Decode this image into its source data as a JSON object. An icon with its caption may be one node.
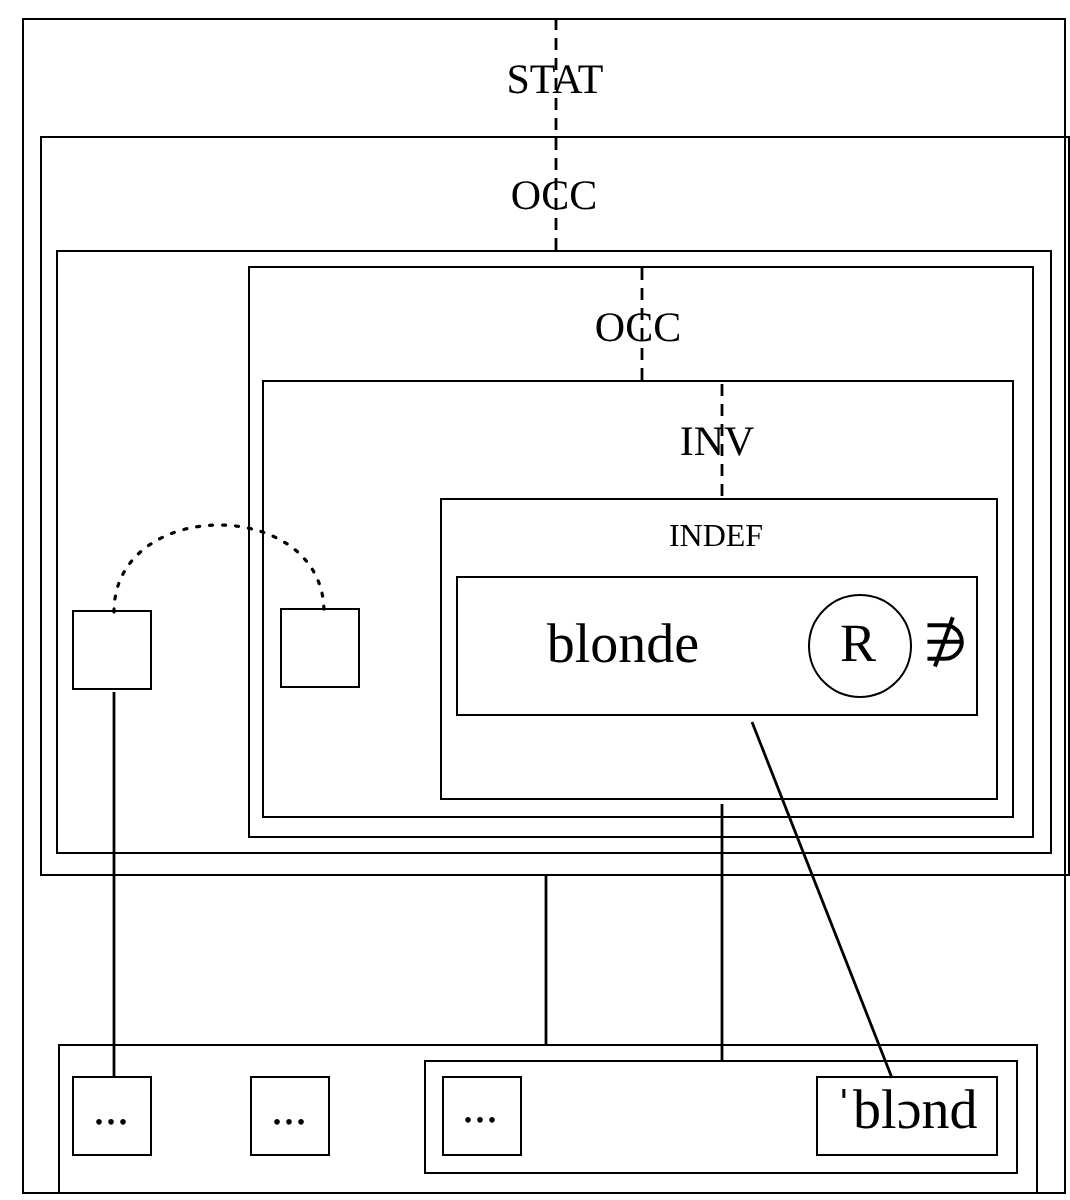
{
  "diagram": {
    "nodes": [
      {
        "text": [
          "STAT"
        ]
      },
      {
        "text": [
          "OCC"
        ],
        "in": 0
      },
      {
        "text": [],
        "shape": "box",
        "in": 1
      },
      {
        "text": [],
        "shape": "box",
        "in": 2
      },
      {
        "text": [
          "OCC"
        ],
        "in": 2
      },
      {
        "text": [
          "INV"
        ],
        "in": 4
      },
      {
        "text": [],
        "shape": "box",
        "in": 5
      },
      {
        "text": [
          "INDEF"
        ],
        "in": 5
      },
      {
        "text": [
          "blonde"
        ],
        "in": 7
      },
      {
        "text": [
          "R"
        ],
        "in": 8,
        "beside": [
          "∌"
        ]
      },
      {
        "text": [],
        "shape": "box",
        "in": 0
      },
      {
        "text": [
          "..."
        ],
        "in": 10
      },
      {
        "text": [
          "..."
        ],
        "in": 10
      },
      {
        "text": [],
        "shape": "box",
        "in": 10
      },
      {
        "text": [
          "..."
        ],
        "in": 13
      },
      {
        "text": [
          "ˈblɔnd"
        ],
        "in": 13
      }
    ],
    "edges": [
      {
        "from": 0,
        "to": 2,
        "arrow": "none",
        "style": "dashed"
      },
      {
        "from": 4,
        "to": 5,
        "arrow": "none",
        "style": "dashed"
      },
      {
        "from": 5,
        "to": 7,
        "arrow": "none",
        "style": "dashed"
      },
      {
        "from": 3,
        "to": 6,
        "arrow": "none",
        "style": "dashed"
      },
      {
        "from": 3,
        "to": 11,
        "arrow": "none"
      },
      {
        "from": 1,
        "to": 10,
        "arrow": "none"
      },
      {
        "from": 7,
        "to": 13,
        "arrow": "none"
      },
      {
        "from": 8,
        "to": 15,
        "arrow": "none"
      }
    ]
  }
}
